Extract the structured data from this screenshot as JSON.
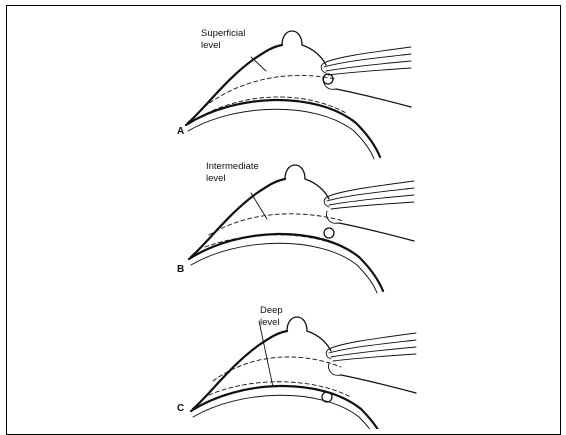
{
  "panels": [
    {
      "letter": "A",
      "label_lines": [
        "Superficial",
        "level"
      ]
    },
    {
      "letter": "B",
      "label_lines": [
        "Intermediate",
        "level"
      ]
    },
    {
      "letter": "C",
      "label_lines": [
        "Deep",
        "level"
      ]
    }
  ]
}
